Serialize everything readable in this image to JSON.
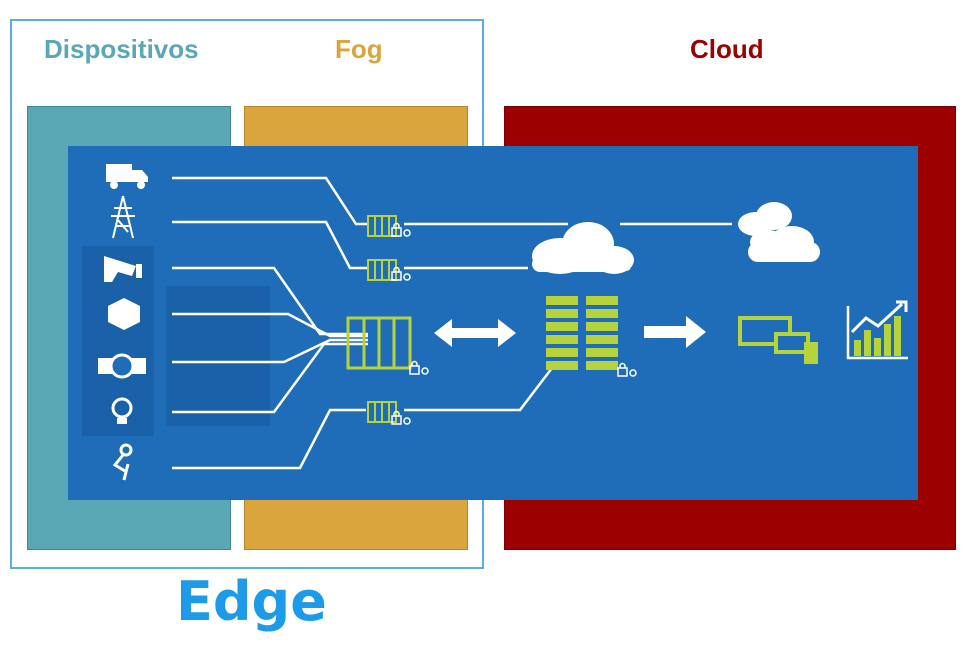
{
  "labels": {
    "devices": "Dispositivos",
    "fog": "Fog",
    "cloud": "Cloud",
    "edge": "Edge"
  },
  "colors": {
    "devices": "#5aa8b5",
    "fog": "#dba53e",
    "cloud": "#9c0000",
    "edge": "#1e9be8",
    "panel": "#1f6db8",
    "gateway": "#b6d23c"
  },
  "icons": [
    "truck-icon",
    "power-tower-icon",
    "security-camera-icon",
    "building-icon",
    "valve-meter-icon",
    "lightbulb-icon",
    "robot-arm-icon",
    "gateway-icon",
    "lock-gear-icon",
    "cloud-icon",
    "server-rack-icon",
    "monitor-devices-icon",
    "growth-chart-icon"
  ]
}
